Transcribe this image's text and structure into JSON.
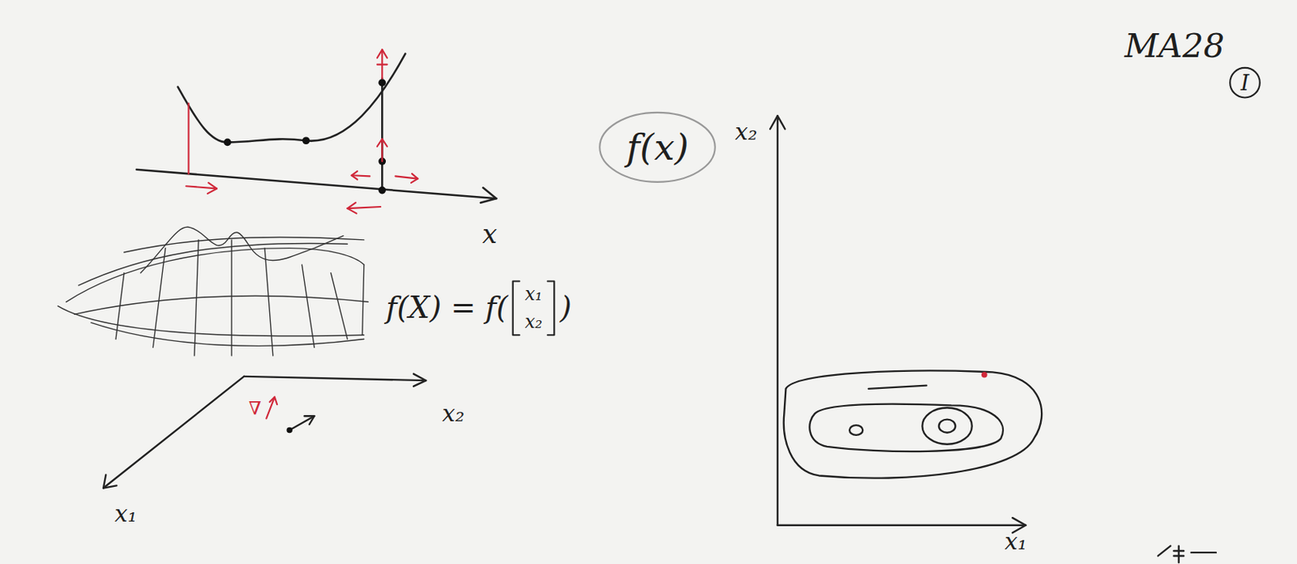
{
  "diagram": {
    "nodes": [
      {
        "text": [
          "f(x)"
        ]
      },
      {
        "text": [
          "I"
        ]
      }
    ],
    "labels": [
      "MA28",
      "x",
      "f(X) = f(",
      "x₁",
      "x₂",
      ")",
      "x₂",
      "x₁",
      "∇",
      "x₂",
      "x₁"
    ]
  }
}
